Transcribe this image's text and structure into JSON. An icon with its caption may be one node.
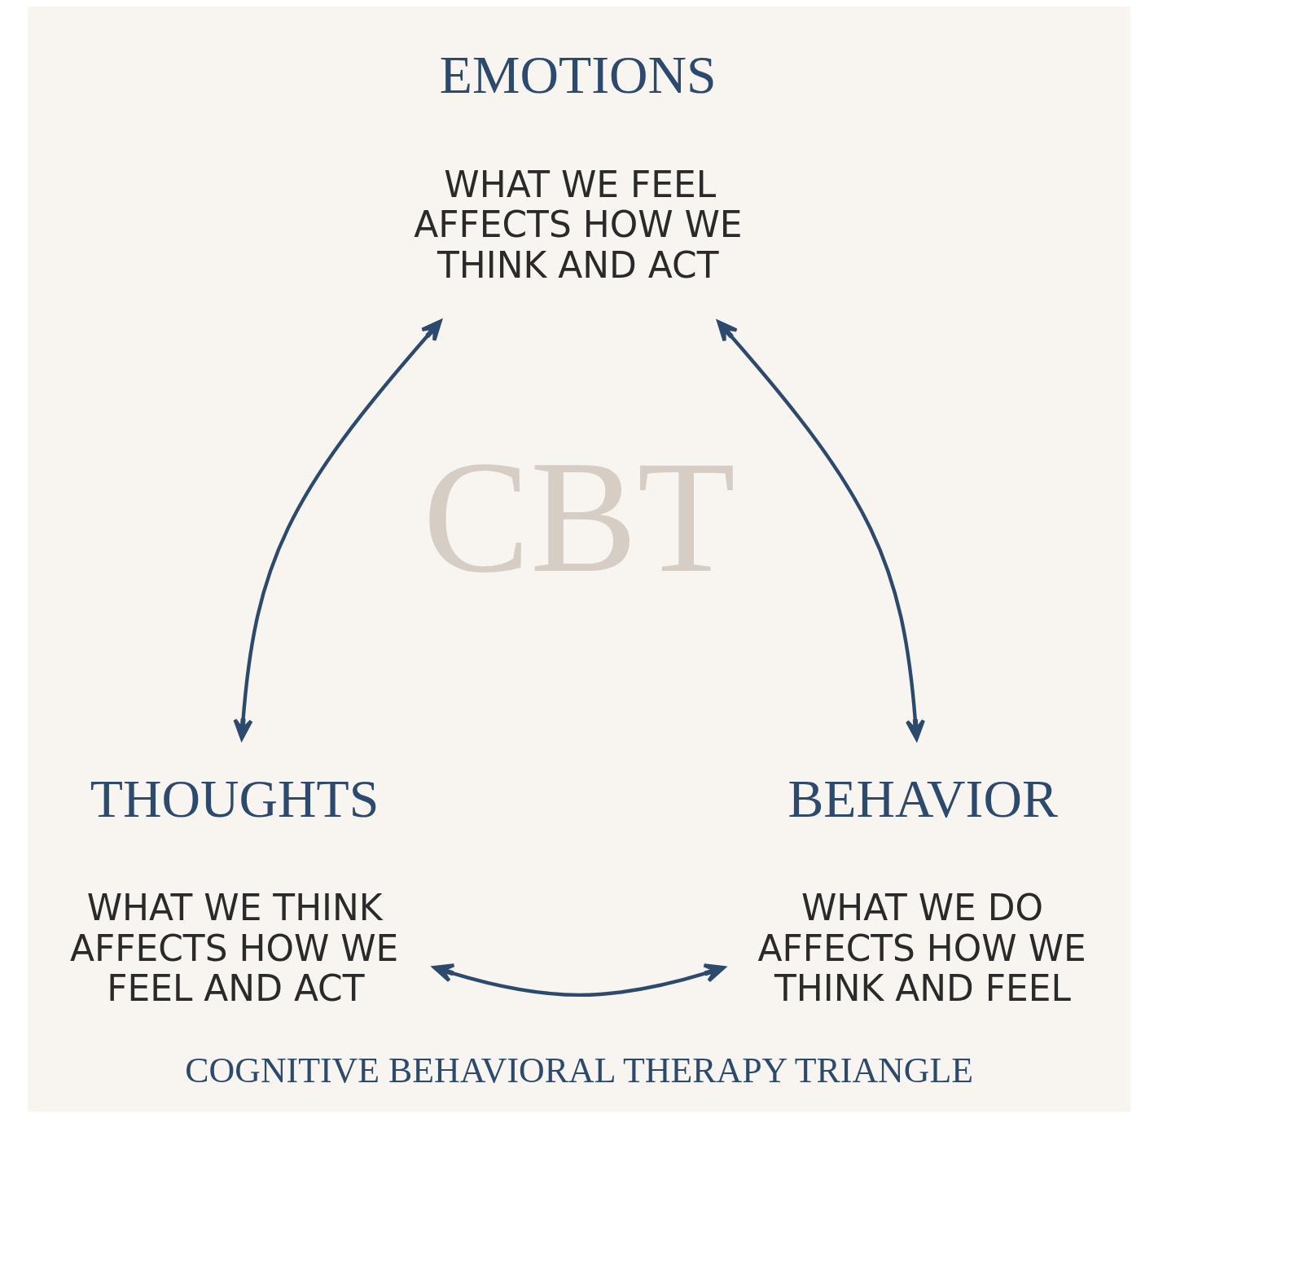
{
  "diagram": {
    "caption": "COGNITIVE BEHAVIORAL THERAPY TRIANGLE",
    "nodes": [
      {
        "text": [
          "EMOTIONS",
          "WHAT WE FEEL AFFECTS HOW WE THINK AND ACT"
        ]
      },
      {
        "text": [
          "THOUGHTS",
          "WHAT WE THINK AFFECTS HOW WE FEEL AND ACT"
        ]
      },
      {
        "text": [
          "BEHAVIOR",
          "WHAT WE DO AFFECTS HOW WE THINK AND FEEL"
        ]
      }
    ],
    "edges": [
      {
        "from": 1,
        "to": 0,
        "arrow": "both"
      },
      {
        "from": 0,
        "to": 2,
        "arrow": "both"
      },
      {
        "from": 1,
        "to": 2,
        "arrow": "both"
      }
    ],
    "labels": [
      "CBT"
    ]
  }
}
